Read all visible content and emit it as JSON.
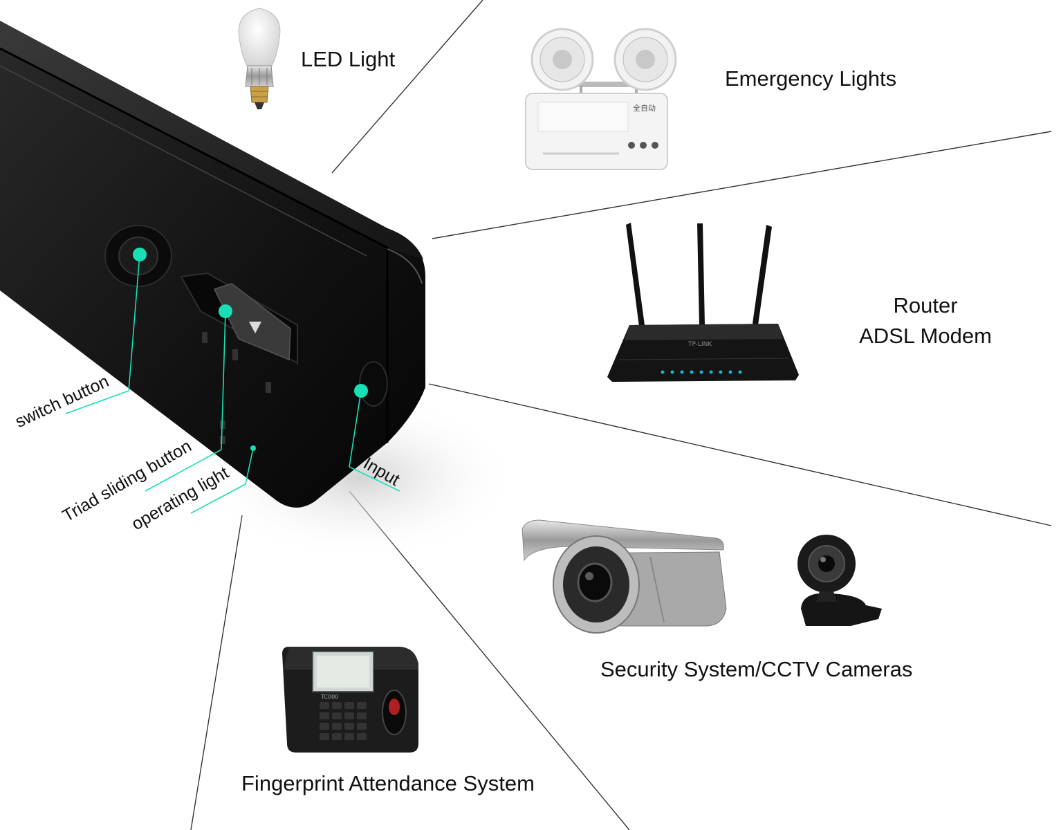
{
  "callouts": {
    "switch_button": "switch button",
    "triad_sliding_button": "Triad sliding button",
    "operating_light": "operating light",
    "input": "Input"
  },
  "devices": {
    "led_light": "LED Light",
    "emergency_lights": "Emergency Lights",
    "router_line1": "Router",
    "router_line2": "ADSL Modem",
    "security": "Security System/CCTV Cameras",
    "fingerprint": "Fingerprint Attendance System"
  },
  "product_markings": {
    "emergency_light_panel": "全自动",
    "router_brand": "TP-LINK",
    "attendance_model": "TC000"
  },
  "colors": {
    "accent": "#19e0b4",
    "device_body": "#151515",
    "ray": "#333333"
  }
}
